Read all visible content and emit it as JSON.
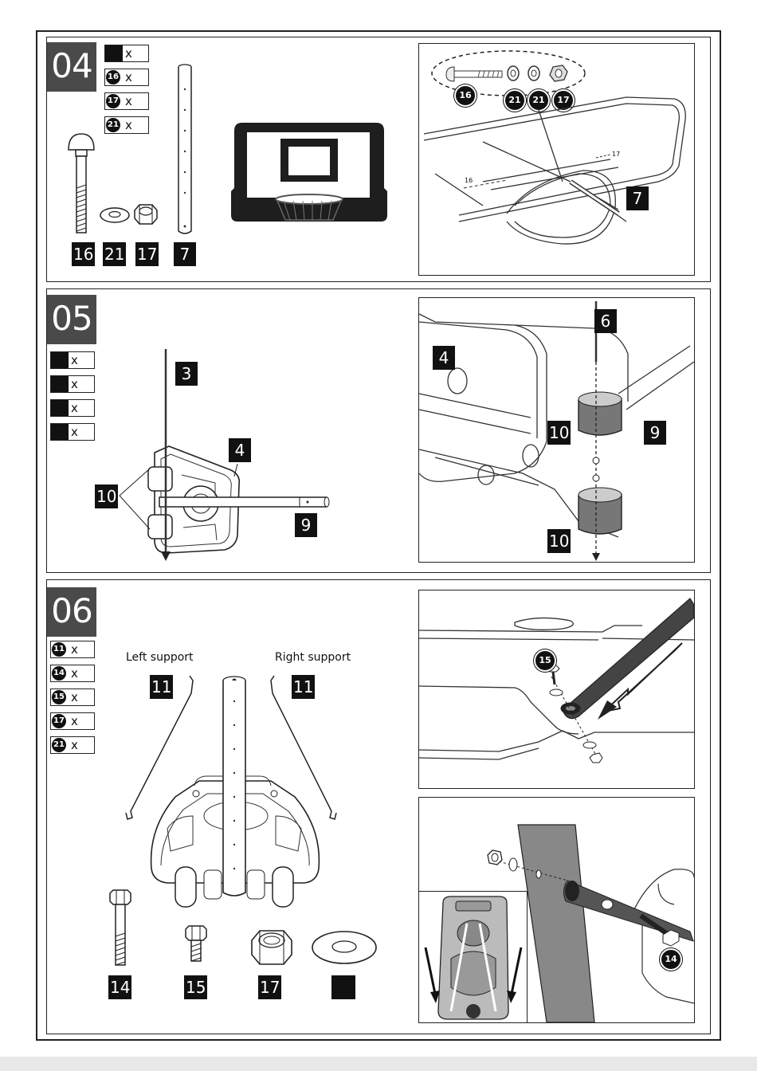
{
  "steps": [
    {
      "number": "04"
    },
    {
      "number": "05"
    },
    {
      "number": "06"
    }
  ],
  "qty_mark": "x",
  "step04": {
    "qty_rows": [
      "",
      "16",
      "17",
      "21"
    ],
    "part_tags": [
      "16",
      "21",
      "17",
      "7"
    ],
    "detail_callouts": [
      "16",
      "21",
      "21",
      "17"
    ],
    "detail_tag": "7",
    "small_labels": [
      "16",
      "17"
    ]
  },
  "step05": {
    "qty_rows": [
      "",
      "",
      "",
      ""
    ],
    "tags": {
      "rod": "3",
      "base": "4",
      "sleeves": "10",
      "arm": "9"
    },
    "detail_tags": {
      "pin": "6",
      "base": "4",
      "upper_sleeve": "10",
      "arm": "9",
      "lower_sleeve": "10"
    }
  },
  "step06": {
    "qty_rows": [
      "11",
      "14",
      "15",
      "17",
      "21"
    ],
    "left_support_label": "Left support",
    "right_support_label": "Right support",
    "support_tag_left": "11",
    "support_tag_right": "11",
    "part_tags": [
      "14",
      "15",
      "17",
      ""
    ],
    "detail1_callout": "15",
    "detail2_callout": "14"
  }
}
